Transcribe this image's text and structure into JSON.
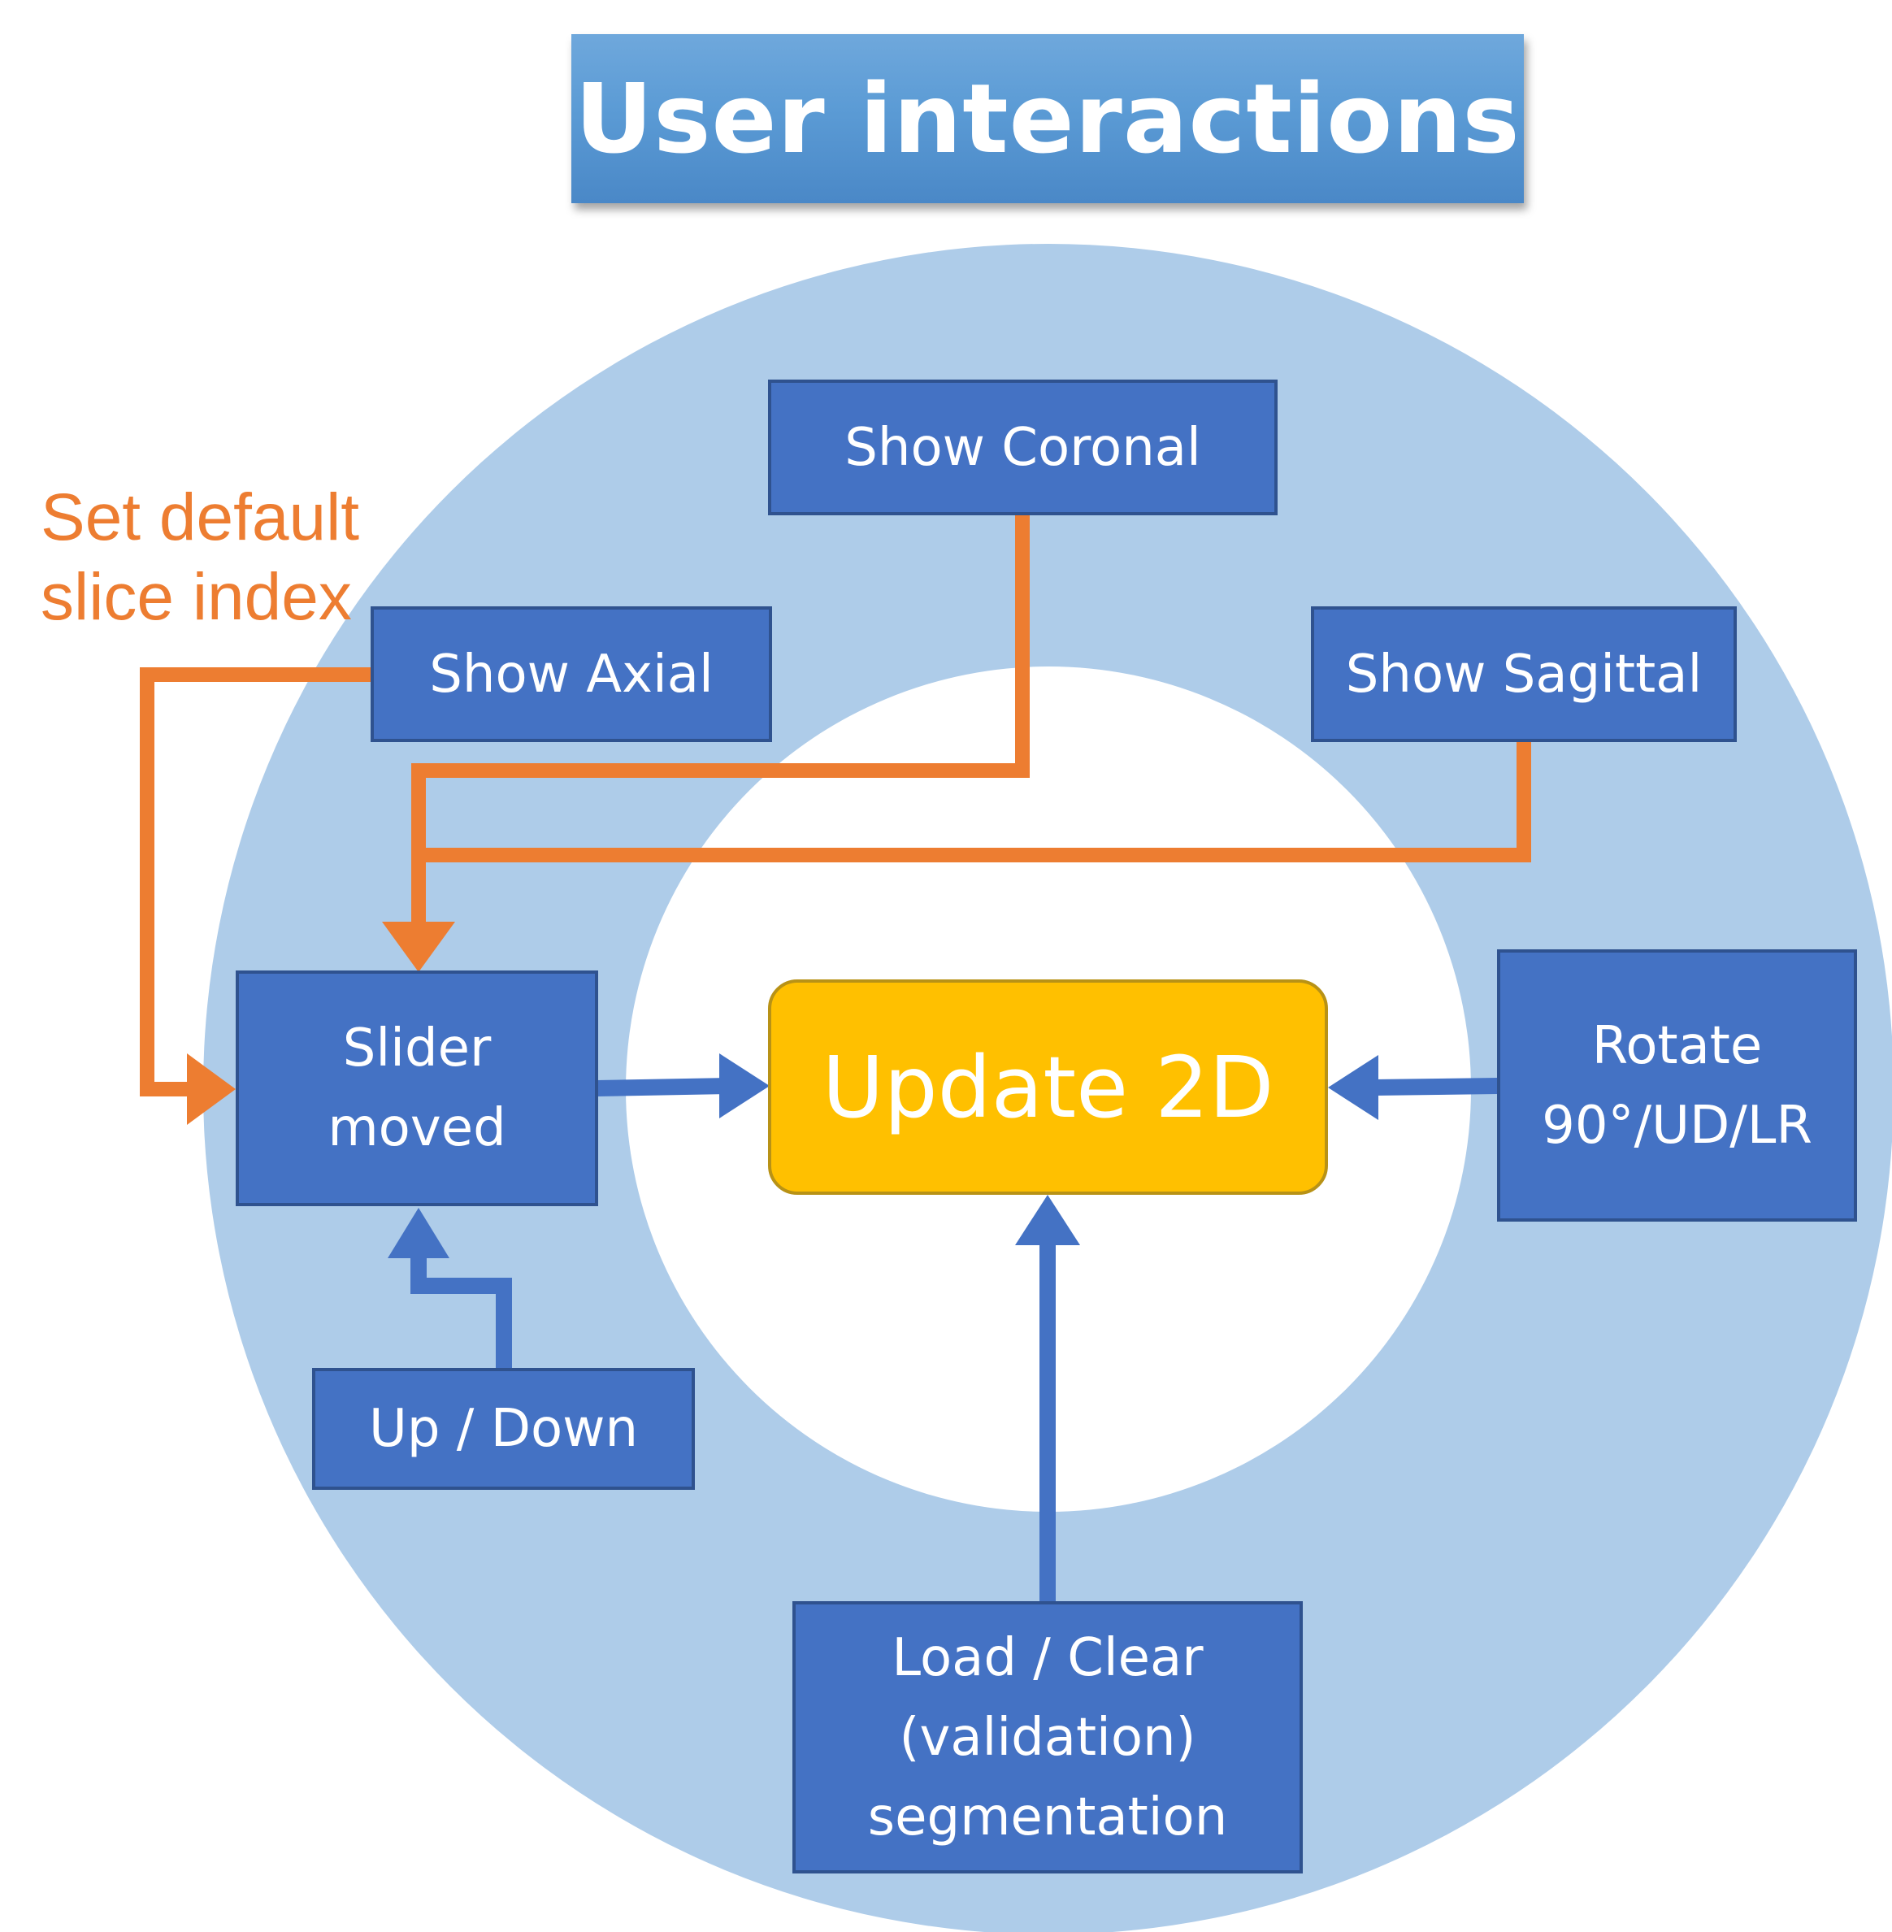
{
  "title": "User interactions",
  "side_label": "Set default\nslice index",
  "nodes": {
    "show_coronal": "Show Coronal",
    "show_axial": "Show Axial",
    "show_sagittal": "Show Sagittal",
    "slider_moved": "Slider\nmoved",
    "update_2d": "Update 2D",
    "rotate": "Rotate\n90°/UD/LR",
    "up_down": "Up / Down",
    "load_clear": "Load / Clear\n(validation)\nsegmentation"
  },
  "colors": {
    "outer_ring": "#aecce9",
    "node_fill": "#4472c4",
    "center_fill": "#ffc000",
    "orange_connector": "#ed7d31",
    "blue_connector": "#4472c4"
  }
}
